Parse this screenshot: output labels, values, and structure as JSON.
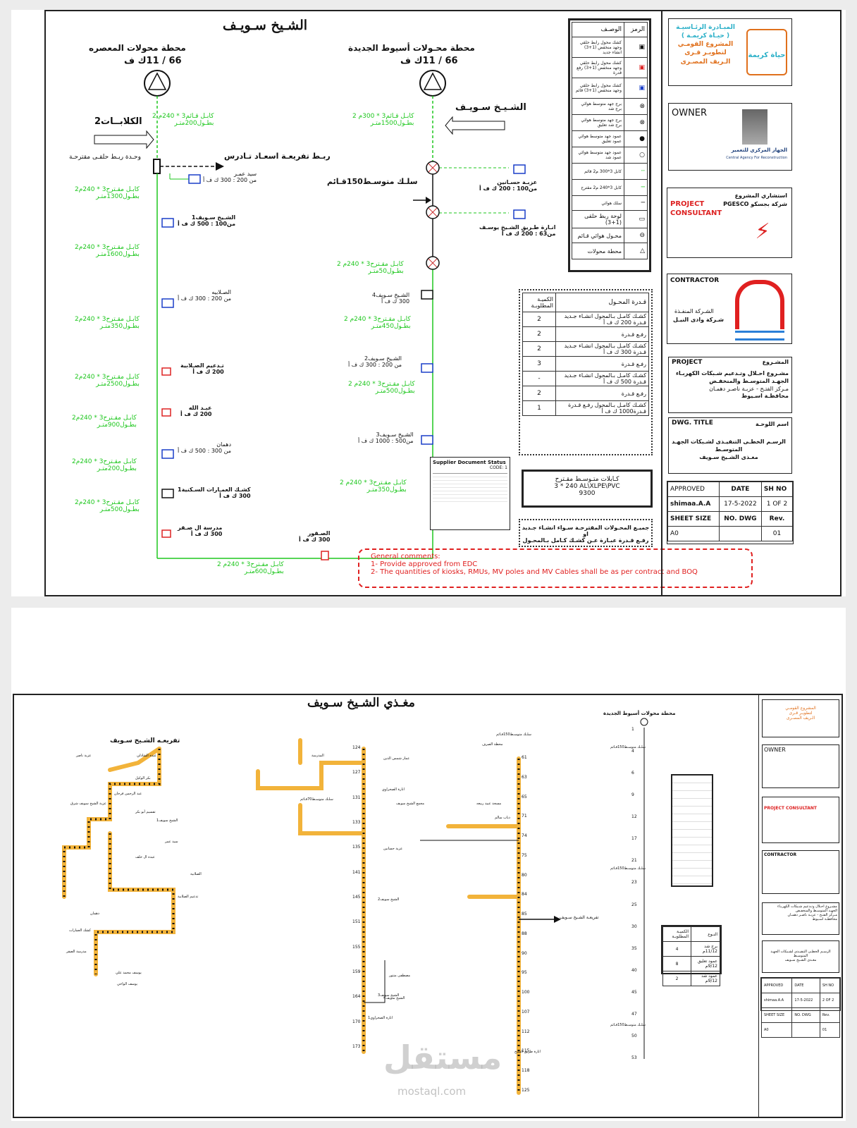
{
  "sheet1": {
    "title": "الشـيخ سـويـف",
    "stations": [
      {
        "name": "محطة محولات المعصره",
        "rating": "66 / 11ك ف"
      },
      {
        "name": "محطة محـولات أسيوط الجديدة",
        "rating": "66 / 11ك ف"
      }
    ],
    "arrows": {
      "kalabat": "الكلابــات2",
      "sheikh": "الشـيـخ سـويـف",
      "tadrus": "ربـط تفريعـة اسعـاد تـادرس",
      "overhead": "سلـك متوسـط150قـائم"
    },
    "rmu_label": "وحـدة ربـط حلقـى مقترحـة",
    "left_cables": [
      {
        "a": "كابـل قـائم3 * 240م 2",
        "b": "بطـول200متـر"
      },
      {
        "a": "كابـل مقـترح3 * 240م2",
        "b": "بطـول1300متـر"
      },
      {
        "a": "كابـل مقـترح3 * 240م2",
        "b": "بطـول1600متـر"
      },
      {
        "a": "كابـل مقـترح3 * 240م2",
        "b": "بطـول350متـر"
      },
      {
        "a": "كابـل مقـترح3 * 240م2",
        "b": "بطـول2500متـر"
      },
      {
        "a": "كابـل مقـترح3 * 240م2",
        "b": "بطـول900متـر"
      },
      {
        "a": "كابـل مقـترح3 * 240م2",
        "b": "بطـول200متـر"
      },
      {
        "a": "كابـل مقـترح3 * 240م2",
        "b": "بطـول500متـر"
      }
    ],
    "bottom_cable": {
      "a": "كابـل مقـترح3 * 240م 2",
      "b": "بطـول600متـر"
    },
    "right_cables": [
      {
        "a": "كابـل قـائم3 * 300م 2",
        "b": "بطـول1500متـر"
      },
      {
        "a": "كابـل مقـترح3 * 240م 2",
        "b": "بطـول50متـر"
      },
      {
        "a": "كابـل مقـترح3 * 240م 2",
        "b": "بطـول450متـر"
      },
      {
        "a": "كابـل مقـترح3 * 240م 2",
        "b": "بطـول500متـر"
      },
      {
        "a": "كابـل مقـترح3 * 240م 2",
        "b": "بطـول350متـر"
      }
    ],
    "left_loads": [
      {
        "name": "سيد عمـر",
        "rating": "من 200 : 300 ك ف أ"
      },
      {
        "name": "الشـيخ سـويف1",
        "rating": "من100 : 500 ك ف أ"
      },
      {
        "name": "الصـلابيه",
        "rating": "من 200 : 300 ك ف أ"
      },
      {
        "name": "تـدعيم الصـلابية",
        "rating": "200 ك ف أ"
      },
      {
        "name": "عبـد الله",
        "rating": "200 ك ف أ"
      },
      {
        "name": "دهمان",
        "rating": "من 300 : 500 ك ف أ"
      },
      {
        "name": "كشـك العمـارات السـكنية1",
        "rating": "300 ك ف أ"
      },
      {
        "name": "مدرسة ال صـقر",
        "rating": "300 ك ف أ"
      }
    ],
    "bottom_load": {
      "name": "الصـقور",
      "rating": "300 ك ف أ"
    },
    "right_loads": [
      {
        "name": "عزبـة حسـانين",
        "rating": "من100 : 200 ك ف أ"
      },
      {
        "name": "انـارة طـريق الشـيخ يوسـف",
        "rating": "من63 : 200 ك ف أ"
      },
      {
        "name": "الشـيخ سـويف4",
        "rating": "300 ك ف أ"
      },
      {
        "name": "الشـيخ سـويف2",
        "rating": "من 200 : 300 ك ف أ"
      },
      {
        "name": "الشـيخ سـويف3",
        "rating": "من500 : 1000 ك ف أ"
      }
    ],
    "legend": {
      "h_symbol": "الرمز",
      "h_desc": "الوصـف",
      "rows": [
        "كشك محول رابط حلقي وجهد منخفض (1+3) انشاء جديد",
        "كشك محول رابط حلقي وجهد منخفض (1+3) رفع قدرة",
        "كشك محول رابط حلقي وجهد منخفض (1+3) قائم",
        "برج جهد متوسط هوائي برج شد",
        "برج جهد متوسط هوائي برج شد تعليق",
        "عمود جهد متوسط هوائي عمود تعليق",
        "عمود جهد متوسط هوائي عمود شد",
        "كابل 3*300 م2 قائم",
        "كابل 3*240 م2 مقترح",
        "سلك هوائي",
        "لوحة ربط حلقى (1+3)",
        "محـول هوائي قـائم",
        "محطة محولات"
      ]
    },
    "capacity": {
      "h_cap": "قـدرة المحـول",
      "h_qty": "الكميـة المطلوبـة",
      "rows": [
        {
          "type": "كشـك كامـل بـالمحول",
          "act": "انشـاء جـديد",
          "kva": "قـدرة 200 ك ف أ",
          "q1": "2",
          "q2": "2",
          "up": "رفـع قـدرة"
        },
        {
          "type": "كشـك كامـل بـالمحول",
          "act": "انشـاء جـديد",
          "kva": "قـدرة 300 ك ف أ",
          "q1": "2",
          "q2": "3",
          "up": "رفـع قـدرة"
        },
        {
          "type": "كشـك كامـل بـالمحول",
          "act": "انشـاء جـديد",
          "kva": "قـدرة 500 ك ف أ",
          "q1": "-",
          "q2": "2",
          "up": "رفـع قـدرة"
        },
        {
          "type": "كشـك كامـل بـالمحول",
          "act": "",
          "kva": "قـدرة1000 ك ف أ",
          "q1": "1",
          "q2": "",
          "up": "رفـع قـدرة"
        }
      ]
    },
    "cable_box": {
      "title": "كـابلات متـوسـط مقـترح",
      "spec": "3 * 240 AL\\XLPE\\PVC",
      "len": "9300"
    },
    "note": {
      "l1": "جميـع المحـولات المقترحـة سـواء انشـاء جـديد او",
      "l2": "رفـع قـدرة عبـارة عـن كشـك كـامل بـالمحـول"
    },
    "stamp": {
      "title": "Supplier Document Status",
      "code": "CODE: 1"
    },
    "comments": {
      "title": "General comments:",
      "c1": "1- Provide approved from EDC",
      "c2": "2- The quantities of kiosks, RMUs, MV poles and MV Cables shall be as per contract and BOQ"
    },
    "title_block": {
      "logo_ar": [
        "المبـادرة الرئـاسيـة",
        "( حيـاة كريمـة )",
        "المشروع القومـي",
        "لتطويـر قـرى",
        "الـريف المصـرى"
      ],
      "logo_word": "حياة كريمة",
      "owner": "OWNER",
      "owner_org": "الجهاز المركزي للتعمير",
      "owner_org_en": "Central Agency For Reconstruction",
      "consultant": "PROJECT CONSULTANT",
      "consultant_ar": "استشاري المشروع",
      "consultant_name": "PGESCO شركة بجسكو",
      "contractor": "CONTRACTOR",
      "contractor_ar": "الشـركة المنفـذة",
      "contractor_name": "شـركة وادى النيـل",
      "project": "PROJECT",
      "project_ar": "المشـروع",
      "project_lines": [
        "مشـروع احـلال وتـدعيم شـبكات الكهربـاء",
        "الجهـد المتوسـط والمنخفـض",
        "مـركز الفتـح - عزبـة ناصـر دهمـان",
        "محافظـة اسـيوط"
      ],
      "dwg": "DWG. TITLE",
      "dwg_ar": "اسم اللوحـة",
      "dwg_lines": [
        "الرسـم الخطـى التنفيـذى لشـبكات الجهـد",
        "المتوسـط",
        "مغـذى الشـيخ سـويف"
      ],
      "approved_h": "APPROVED",
      "date_h": "DATE",
      "sh_h": "SH NO",
      "approved": "shimaa.A.A",
      "date": "17-5-2022",
      "sh": "1 OF 2",
      "size_h": "SHEET SIZE",
      "dwgno_h": "NO. DWG",
      "rev_h": "Rev.",
      "size": "A0",
      "rev": "01"
    }
  },
  "sheet2": {
    "title": "مغـذي الشـيخ سـويف",
    "station": "محطة محولات أسيوط الجديدة",
    "branch_label": "تفريعـه الشـيخ سـويف",
    "branch_arrow": "تفريعـة الشـيخ سـويف",
    "spine_numbers": [
      "61",
      "63",
      "65",
      "71",
      "74",
      "75",
      "80",
      "84",
      "85",
      "88",
      "90",
      "95",
      "100",
      "107",
      "112",
      "115",
      "118",
      "125"
    ],
    "mid_numbers": [
      "124",
      "127",
      "131",
      "133",
      "135",
      "141",
      "145",
      "151",
      "155",
      "159",
      "164",
      "170",
      "173"
    ],
    "right_numbers": [
      "1",
      "4",
      "6",
      "9",
      "12",
      "17",
      "21",
      "23",
      "25",
      "30",
      "35",
      "40",
      "45",
      "47",
      "50",
      "53"
    ],
    "loads": [
      "عزبة ناصر",
      "عبده الشاذلي",
      "بكر الوكيل",
      "عبد الرحمن فرحان",
      "عزبة الشيخ سويف شرق",
      "تقسيم أبو بكر",
      "سيد عمر",
      "عبده ال خلف",
      "الصلابية",
      "تدعيم الصلابية",
      "دهمان",
      "كشك العمارات",
      "مدرسة الصقر",
      "يوسف محمد علي",
      "يوسف الواحي",
      "الشيخ سويف1",
      "الشيخ سويف2",
      "الشيخ سويف3",
      "الشيخ سويف4",
      "انارة الصحراوي",
      "عزبة حسانين",
      "محطة الصرف",
      "مسجد عبيد ربيعه",
      "ذياب سالم",
      "انارة طريق الشيخ",
      "مصطفى منتور",
      "انارة الصحراوي1",
      "مجمع الشيخ سويف",
      "المدرسة",
      "عمار شمس الدين"
    ],
    "line_labels": [
      "سلـك متوسـط150قـائم",
      "سلـك متوسـط70قـائم",
      "سلـك متوسـط150قـائم",
      "سلـك متوسـط150قـائم",
      "سلـك متوسـط150قـائم"
    ],
    "qty": {
      "h_type": "النـوع",
      "h_qty": "الكميـة المطلوبـة",
      "rows": [
        [
          "برج شد 11/12م",
          "4"
        ],
        [
          "عمود تعليق 9/12م",
          "8"
        ],
        [
          "عمود شد 9/12م",
          "2"
        ]
      ]
    },
    "title_block": {
      "sh": "2 OF 2",
      "date": "17-5-2022",
      "approved": "shimaa.A.A",
      "size": "A0",
      "rev": "01"
    }
  },
  "watermark": {
    "ar": "مستقل",
    "en": "mostaql.com"
  }
}
